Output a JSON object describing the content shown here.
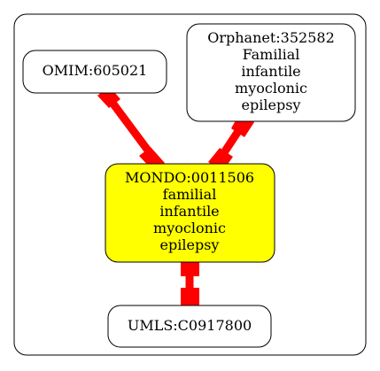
{
  "colors": {
    "edge": "#ff0000",
    "highlight_fill": "#ffff00",
    "node_fill": "#ffffff",
    "stroke": "#000000"
  },
  "nodes": {
    "omim": {
      "lines": [
        "OMIM:605021"
      ]
    },
    "orphanet": {
      "lines": [
        "Orphanet:352582",
        "Familial",
        "infantile",
        "myoclonic",
        "epilepsy"
      ]
    },
    "mondo": {
      "lines": [
        "MONDO:0011506",
        "familial",
        "infantile",
        "myoclonic",
        "epilepsy"
      ]
    },
    "umls": {
      "lines": [
        "UMLS:C0917800"
      ]
    }
  }
}
